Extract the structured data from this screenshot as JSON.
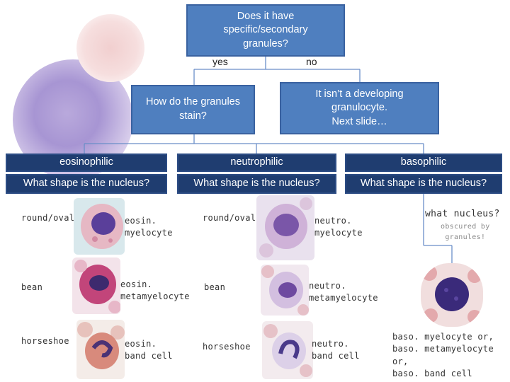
{
  "question_top": "Does it have\nspecific/secondary\ngranules?",
  "yes_label": "yes",
  "no_label": "no",
  "question_stain": "How do the granules\nstain?",
  "answer_no": "It isn’t a developing\ngranulocyte.\nNext slide…",
  "stains": {
    "eosinophilic": "eosinophilic",
    "neutrophilic": "neutrophilic",
    "basophilic": "basophilic"
  },
  "nucleus_question": "What shape is the nucleus?",
  "eosinophil_column": {
    "shape_round": "round/oval",
    "shape_bean": "bean",
    "shape_horseshoe": "horseshoe",
    "cell_myelocyte": "eosin.\nmyelocyte",
    "cell_metamyelocyte": "eosin.\nmetamyelocyte",
    "cell_band": "eosin.\nband cell"
  },
  "neutrophil_column": {
    "shape_round": "round/oval",
    "shape_bean": "bean",
    "shape_horseshoe": "horseshoe",
    "cell_myelocyte": "neutro.\nmyelocyte",
    "cell_metamyelocyte": "neutro.\nmetamyelocyte",
    "cell_band": "neutro.\nband cell"
  },
  "basophil_column": {
    "what_nucleus": "what nucleus?",
    "obscured_note": "obscured by\ngranules!",
    "result": "baso. myelocyte or,\nbaso. metamyelocyte or,\nbaso. band cell"
  },
  "colors": {
    "box_blue": "#4f7fbf",
    "box_dark": "#1f3d70",
    "connector": "#6a8ec8"
  }
}
